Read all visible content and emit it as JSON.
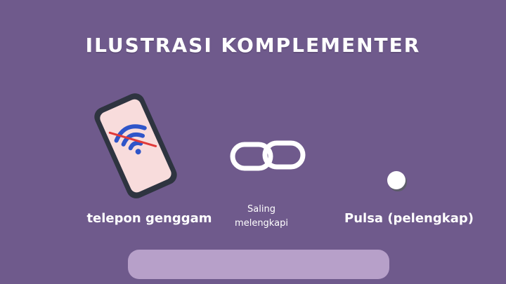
{
  "title": "ILUSTRASI KOMPLEMENTER",
  "items": [
    {
      "label": "telepon genggam",
      "icon": "phone-no-wifi-icon"
    },
    {
      "label_line1": "Saling",
      "label_line2": "melengkapi",
      "icon": "chain-link-icon"
    },
    {
      "label": "Pulsa (pelengkap)",
      "icon": "coin-icon"
    }
  ],
  "colors": {
    "background": "#6f5a8c",
    "phone_body": "#2e3440",
    "phone_screen": "#f8dcdc",
    "wifi": "#2f55c9",
    "strike": "#e03a3a",
    "bar": "#b7a0c9"
  }
}
